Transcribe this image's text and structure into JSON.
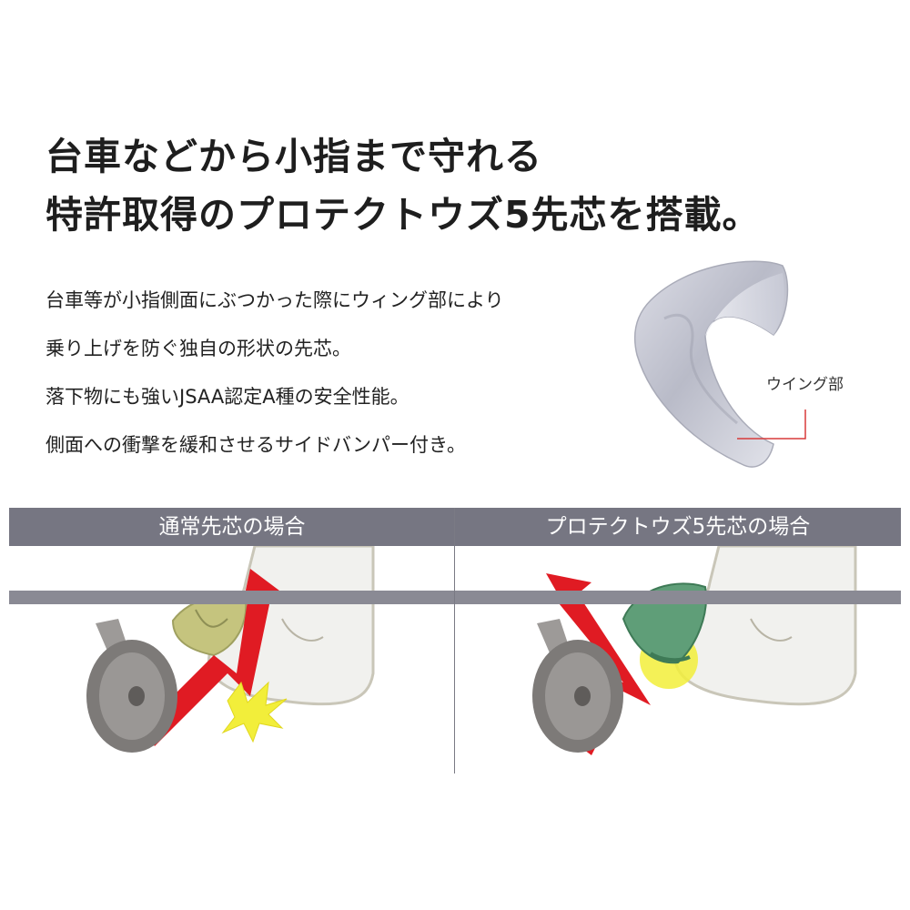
{
  "headline": {
    "line1": "台車などから小指まで守れる",
    "line2": "特許取得のプロテクトウズ5先芯を搭載。"
  },
  "body_lines": [
    "台車等が小指側面にぶつかった際にウィング部により",
    "乗り上げを防ぐ独自の形状の先芯。",
    "落下物にも強いJSAA認定A種の安全性能。",
    "側面への衝撃を緩和させるサイドバンパー付き。"
  ],
  "toecap": {
    "wing_label": "ウイング部"
  },
  "comparison": {
    "left_title": "通常先芯の場合",
    "right_title": "プロテクトウズ5先芯の場合"
  },
  "colors": {
    "band": "#767682",
    "arrow_red": "#e01b23",
    "highlight_yellow": "#f2ee3a",
    "toecap_green": "#5f9e78",
    "toecap_olive": "#c5c47e"
  }
}
